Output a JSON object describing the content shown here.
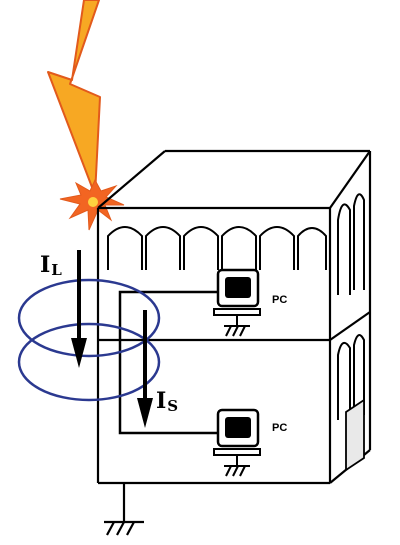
{
  "labels": {
    "lightning_current_main": "I",
    "lightning_current_sub": "L",
    "induced_current_main": "I",
    "induced_current_sub": "S",
    "pc_upper": "PC",
    "pc_lower": "PC"
  },
  "colors": {
    "bolt_fill": "#F7A823",
    "bolt_edge": "#E25A1C",
    "spark": "#F26522",
    "spark_core": "#FFD23F",
    "field_loops": "#2B3990",
    "ink": "#000000"
  }
}
